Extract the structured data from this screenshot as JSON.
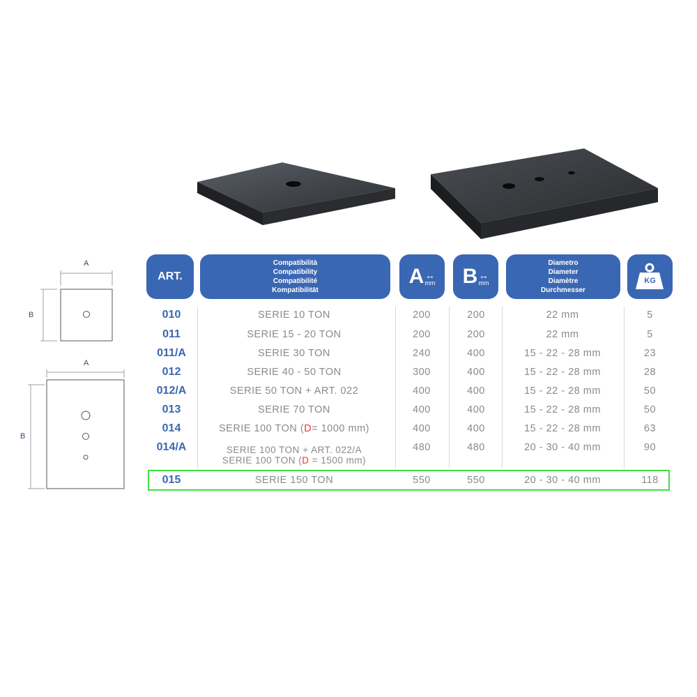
{
  "header": {
    "art": "ART.",
    "compat_lines": [
      "Compatibilità",
      "Compatibility",
      "Compatibilité",
      "Kompatibilität"
    ],
    "a_letter": "A",
    "b_letter": "B",
    "mm": "mm",
    "arrow": "↔",
    "diameter_lines": [
      "Diametro",
      "Diameter",
      "Diamètre",
      "Durchmesser"
    ],
    "kg": "KG"
  },
  "diagram": {
    "label_a": "A",
    "label_b": "B"
  },
  "rows": [
    {
      "art": "010",
      "comp": "SERIE 10 TON",
      "a": "200",
      "b": "200",
      "dia": "22 mm",
      "kg": "5"
    },
    {
      "art": "011",
      "comp": "SERIE 15 - 20 TON",
      "a": "200",
      "b": "200",
      "dia": "22 mm",
      "kg": "5"
    },
    {
      "art": "011/A",
      "comp": "SERIE 30 TON",
      "a": "240",
      "b": "400",
      "dia": "15 - 22 - 28 mm",
      "kg": "23"
    },
    {
      "art": "012",
      "comp": "SERIE 40 - 50 TON",
      "a": "300",
      "b": "400",
      "dia": "15 - 22 - 28 mm",
      "kg": "28"
    },
    {
      "art": "012/A",
      "comp": "SERIE 50 TON + ART. 022",
      "a": "400",
      "b": "400",
      "dia": "15 - 22 - 28 mm",
      "kg": "50"
    },
    {
      "art": "013",
      "comp": "SERIE 70 TON",
      "a": "400",
      "b": "400",
      "dia": "15 - 22 - 28 mm",
      "kg": "50"
    },
    {
      "art": "014",
      "comp_pre": "SERIE 100 TON (",
      "comp_d": "D",
      "comp_post": " = 1000 mm)",
      "a": "400",
      "b": "400",
      "dia": "15 - 22 - 28 mm",
      "kg": "63"
    },
    {
      "art": "014/A",
      "comp_line1": "SERIE 100 TON + ART. 022/A",
      "comp_pre": "SERIE 100 TON (",
      "comp_d": "D",
      "comp_post": " = 1500 mm)",
      "a": "480",
      "b": "480",
      "dia": "20 - 30 - 40 mm",
      "kg": "90"
    },
    {
      "art": "015",
      "comp": "SERIE 150 TON",
      "a": "550",
      "b": "550",
      "dia": "20 - 30 - 40 mm",
      "kg": "118"
    }
  ],
  "colors": {
    "header_blue": "#3a67b3",
    "highlight_green": "#3ee13e",
    "accent_red": "#e53935"
  }
}
